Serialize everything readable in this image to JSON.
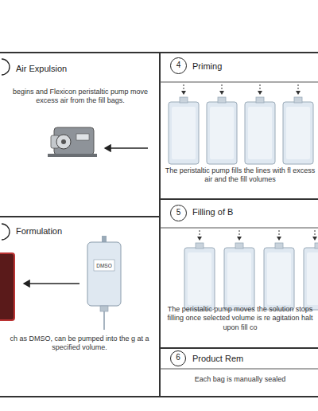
{
  "diagram": {
    "nodes": [
      {
        "text": [
          "Air Expulsion",
          "begins and Flexicon peristaltic pump move excess air from the fill bags."
        ]
      },
      {
        "text": [
          "Formulation",
          "ch as DMSO, can be pumped into the g at a specified volume."
        ]
      },
      {
        "text": [
          "Priming",
          "The peristaltic pump fills the lines with fl excess air and the fill volumes"
        ]
      },
      {
        "text": [
          "4"
        ],
        "in": 2
      },
      {
        "text": [
          "Filling of B",
          "The peristaltic pump moves the solution stops filling once selected volume is re agitation halt upon fill co"
        ]
      },
      {
        "text": [
          "5"
        ],
        "in": 4
      },
      {
        "text": [
          "Product Rem",
          "Each bag is manually sealed"
        ]
      },
      {
        "text": [
          "6"
        ],
        "in": 6
      }
    ],
    "labels": [
      "DMSO"
    ]
  }
}
